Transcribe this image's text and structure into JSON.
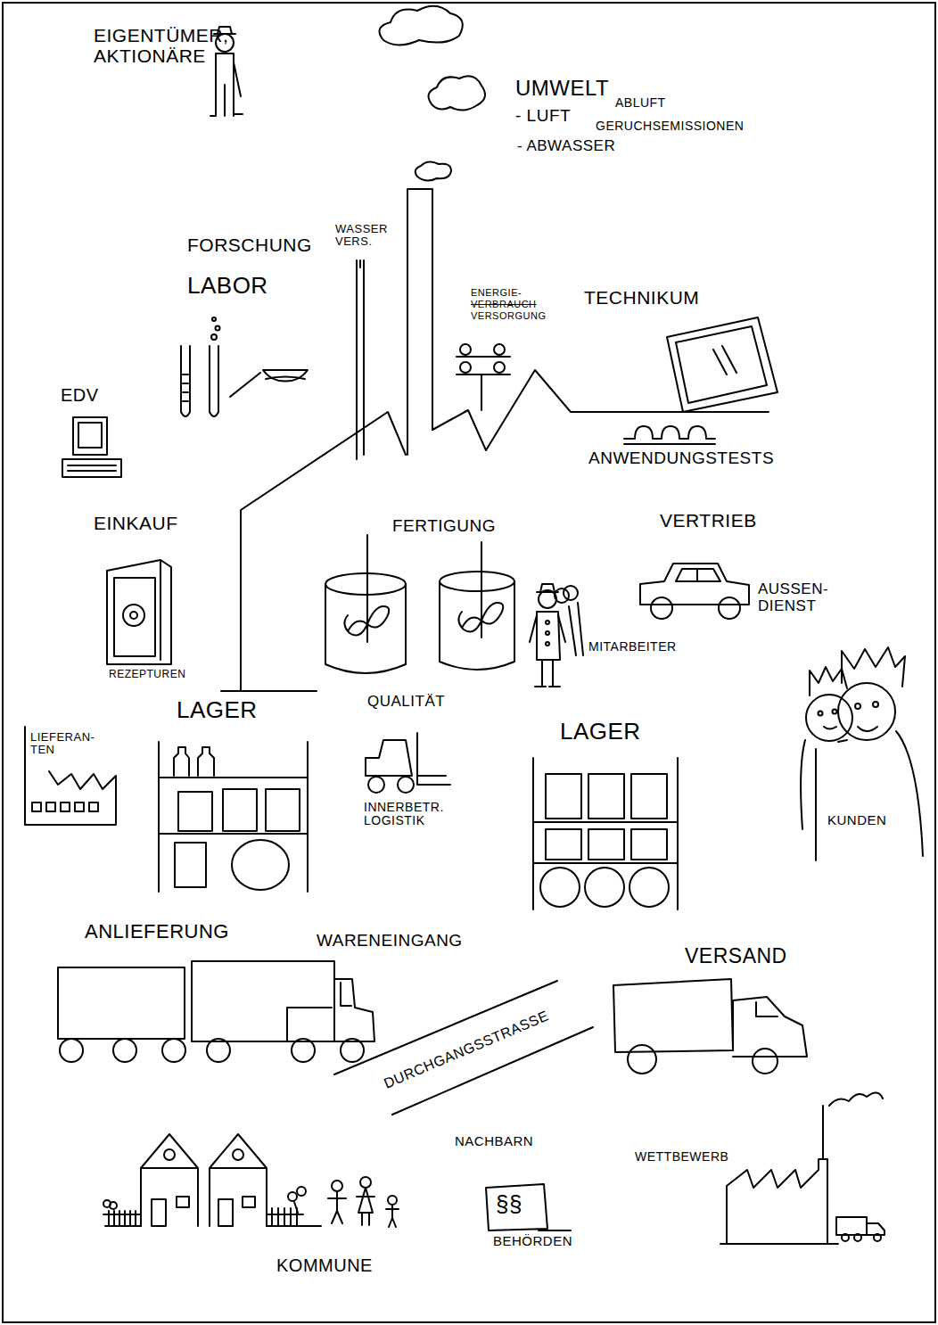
{
  "diagram": {
    "labels": [
      "EIGENTÜMER, AKTIONÄRE",
      "UMWELT",
      "- LUFT",
      "ABLUFT",
      "GERUCHSEMISSIONEN",
      "- ABWASSER",
      "FORSCHUNG",
      "LABOR",
      "WASSER VERS.",
      "ENERGIE-",
      "VERBRAUCH",
      "VERSORGUNG",
      "TECHNIKUM",
      "ANWENDUNGSTESTS",
      "EDV",
      "EINKAUF",
      "REZEPTUREN",
      "FERTIGUNG",
      "VERTRIEB",
      "AUSSEN- DIENST",
      "MITARBEITER",
      "QUALITÄT",
      "LIEFERAN- TEN",
      "LAGER",
      "INNERBETR. LOGISTIK",
      "LAGER",
      "KUNDEN",
      "ANLIEFERUNG",
      "WARENEINGANG",
      "VERSAND",
      "DURCHGANGSSTRASSE",
      "NACHBARN",
      "§§",
      "BEHÖRDEN",
      "WETTBEWERB",
      "KOMMUNE"
    ]
  }
}
